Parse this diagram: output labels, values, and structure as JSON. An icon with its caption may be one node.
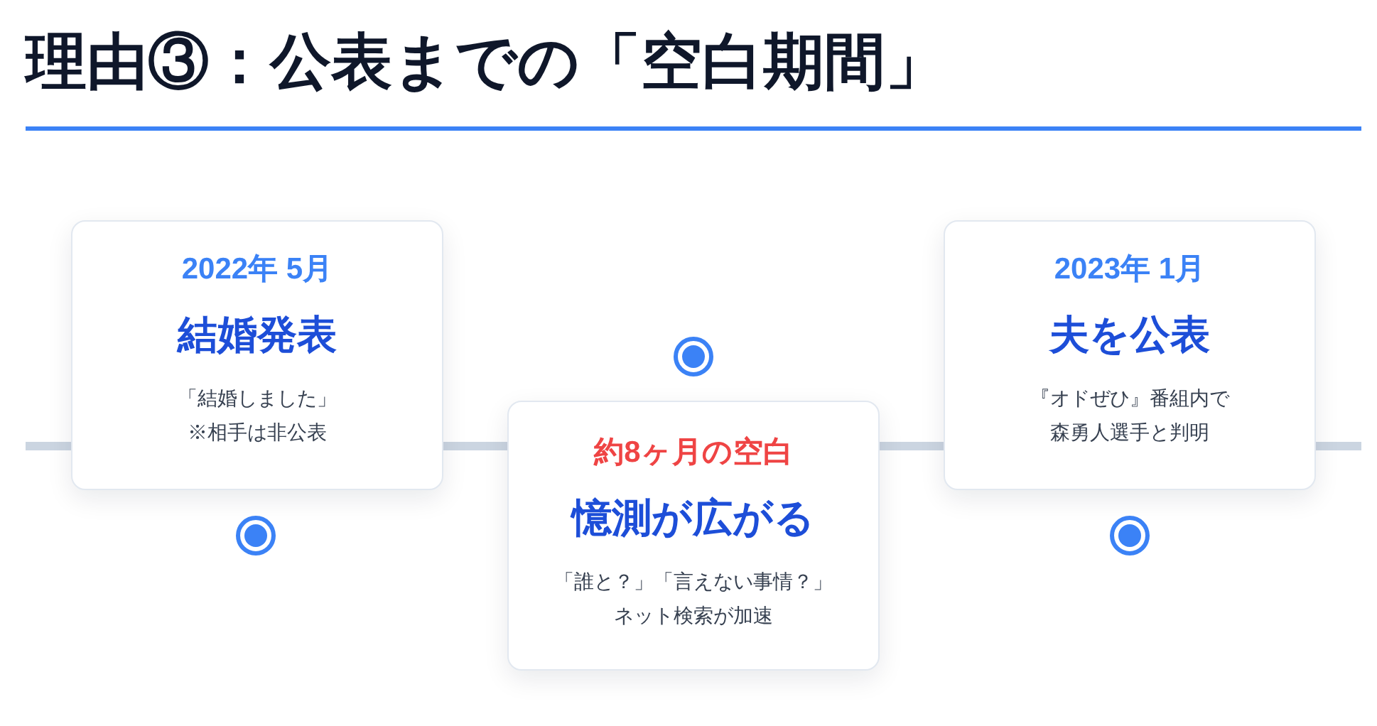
{
  "diagram": {
    "title": "理由③：公表までの「空白期間」",
    "nodes": [
      {
        "text": [
          "2022年 5月",
          "結婚発表",
          "「結婚しました」※相手は非公表"
        ]
      },
      {
        "text": [
          "約8ヶ月の空白",
          "憶測が広がる",
          "「誰と？」「言えない事情？」ネット検索が加速"
        ]
      },
      {
        "text": [
          "2023年 1月",
          "夫を公表",
          "『オドぜひ』番組内で森勇人選手と判明"
        ]
      }
    ]
  }
}
